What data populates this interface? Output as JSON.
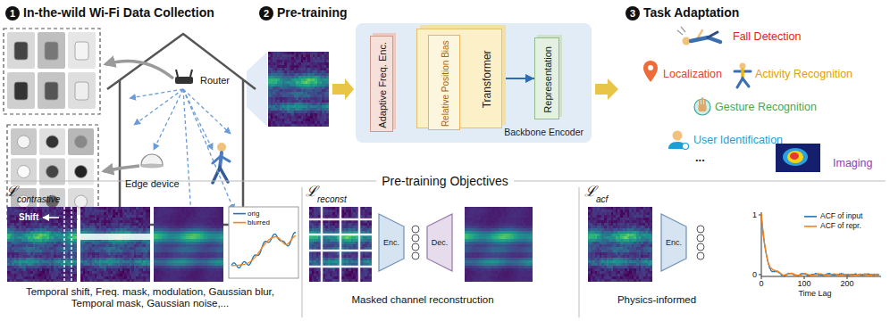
{
  "diagram": {
    "nodes": [
      {
        "text": [
          "Backbone Encoder"
        ]
      },
      {
        "text": [
          "Adaptive Freq. Enc."
        ],
        "in": 0
      },
      {
        "text": [
          "Transformer"
        ],
        "in": 0
      },
      {
        "text": [
          "Relative Position Bias"
        ],
        "in": 2
      },
      {
        "text": [
          "Representation"
        ],
        "in": 0
      },
      {
        "text": [
          "Enc."
        ]
      },
      {
        "text": [
          "Dec."
        ]
      },
      {
        "text": [
          "Enc."
        ]
      }
    ],
    "edges": [
      {
        "from": 2,
        "to": 4,
        "arrow": "to"
      }
    ],
    "labels": [
      "1",
      "In-the-wild Wi-Fi Data Collection",
      "Router",
      "Edge device",
      "2",
      "Pre-training",
      "3",
      "Task Adaptation",
      "Fall Detection",
      "Localization",
      "Activity Recognition",
      "Gesture Recognition",
      "User Identification",
      "...",
      "Imaging",
      "Pre-training Objectives",
      "ℒ",
      "contrastive",
      "Shift",
      "Temporal shift, Freq. mask, modulation, Gaussian blur, Temporal mask, Gaussian noise,...",
      "ℒ",
      "reconst",
      "Masked channel reconstruction",
      "ℒ",
      "acf",
      "Physics-informed",
      "1",
      "0",
      "0",
      "100",
      "200",
      "Time Lag"
    ],
    "legend": [
      {
        "text": "orig"
      },
      {
        "text": "blurred"
      },
      {
        "text": "ACF of input"
      },
      {
        "text": "ACF of repr."
      }
    ]
  }
}
